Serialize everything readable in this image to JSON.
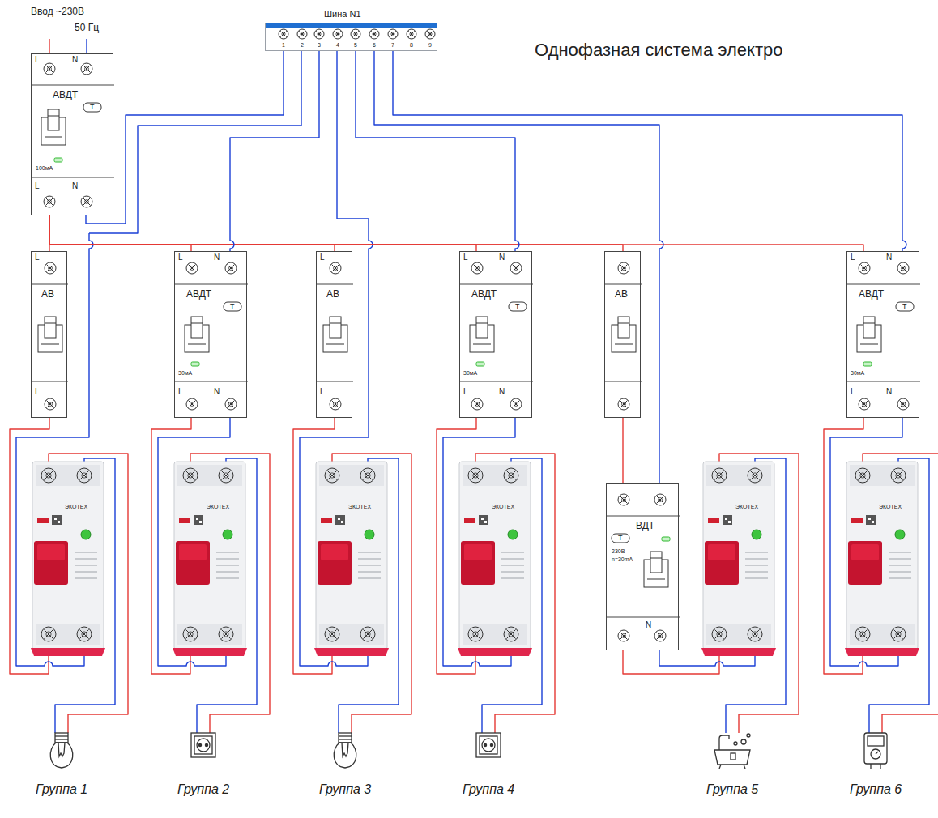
{
  "diagram": {
    "title": "Однофазная система электро",
    "nodes": [
      {
        "text": [
          "L",
          "N",
          "АВДТ",
          "Т",
          "100мА",
          "L",
          "N"
        ]
      },
      {
        "text": [
          "Шина N1",
          "1",
          "2",
          "3",
          "4",
          "5",
          "6",
          "7",
          "8",
          "9"
        ]
      },
      {
        "text": [
          "L",
          "АВ",
          "L"
        ]
      },
      {
        "text": [
          "L",
          "N",
          "АВДТ",
          "Т",
          "30мА",
          "L",
          "N"
        ]
      },
      {
        "text": [
          "L",
          "АВ",
          "L"
        ]
      },
      {
        "text": [
          "L",
          "N",
          "АВДТ",
          "Т",
          "30мА",
          "L",
          "N"
        ]
      },
      {
        "text": [
          "АВ"
        ]
      },
      {
        "text": [
          "ВДТ",
          "Т",
          "230В",
          "n=30mA",
          "N"
        ]
      },
      {
        "text": [
          "L",
          "N",
          "АВДТ",
          "Т",
          "30мА",
          "L",
          "N"
        ]
      }
    ],
    "edges": [
      {
        "from": 0,
        "to": 1,
        "arrow": "none"
      },
      {
        "from": 0,
        "to": 2,
        "arrow": "none"
      },
      {
        "from": 0,
        "to": 3,
        "arrow": "none"
      },
      {
        "from": 0,
        "to": 4,
        "arrow": "none"
      },
      {
        "from": 0,
        "to": 5,
        "arrow": "none"
      },
      {
        "from": 0,
        "to": 6,
        "arrow": "none"
      },
      {
        "from": 0,
        "to": 8,
        "arrow": "none"
      },
      {
        "from": 6,
        "to": 7,
        "arrow": "none"
      },
      {
        "from": 1,
        "to": 3,
        "arrow": "none"
      },
      {
        "from": 1,
        "to": 5,
        "arrow": "none"
      },
      {
        "from": 1,
        "to": 7,
        "arrow": "none"
      },
      {
        "from": 1,
        "to": 8,
        "arrow": "none"
      }
    ],
    "labels": [
      "Ввод ~230В",
      "50 Гц",
      "ЭКОТЕХ",
      "ЭКОТЕХ",
      "ЭКОТЕХ",
      "ЭКОТЕХ",
      "ЭКОТЕХ",
      "ЭКОТЕХ",
      "Группа 1",
      "Группа 2",
      "Группа 3",
      "Группа 4",
      "Группа 5",
      "Группа 6"
    ]
  }
}
